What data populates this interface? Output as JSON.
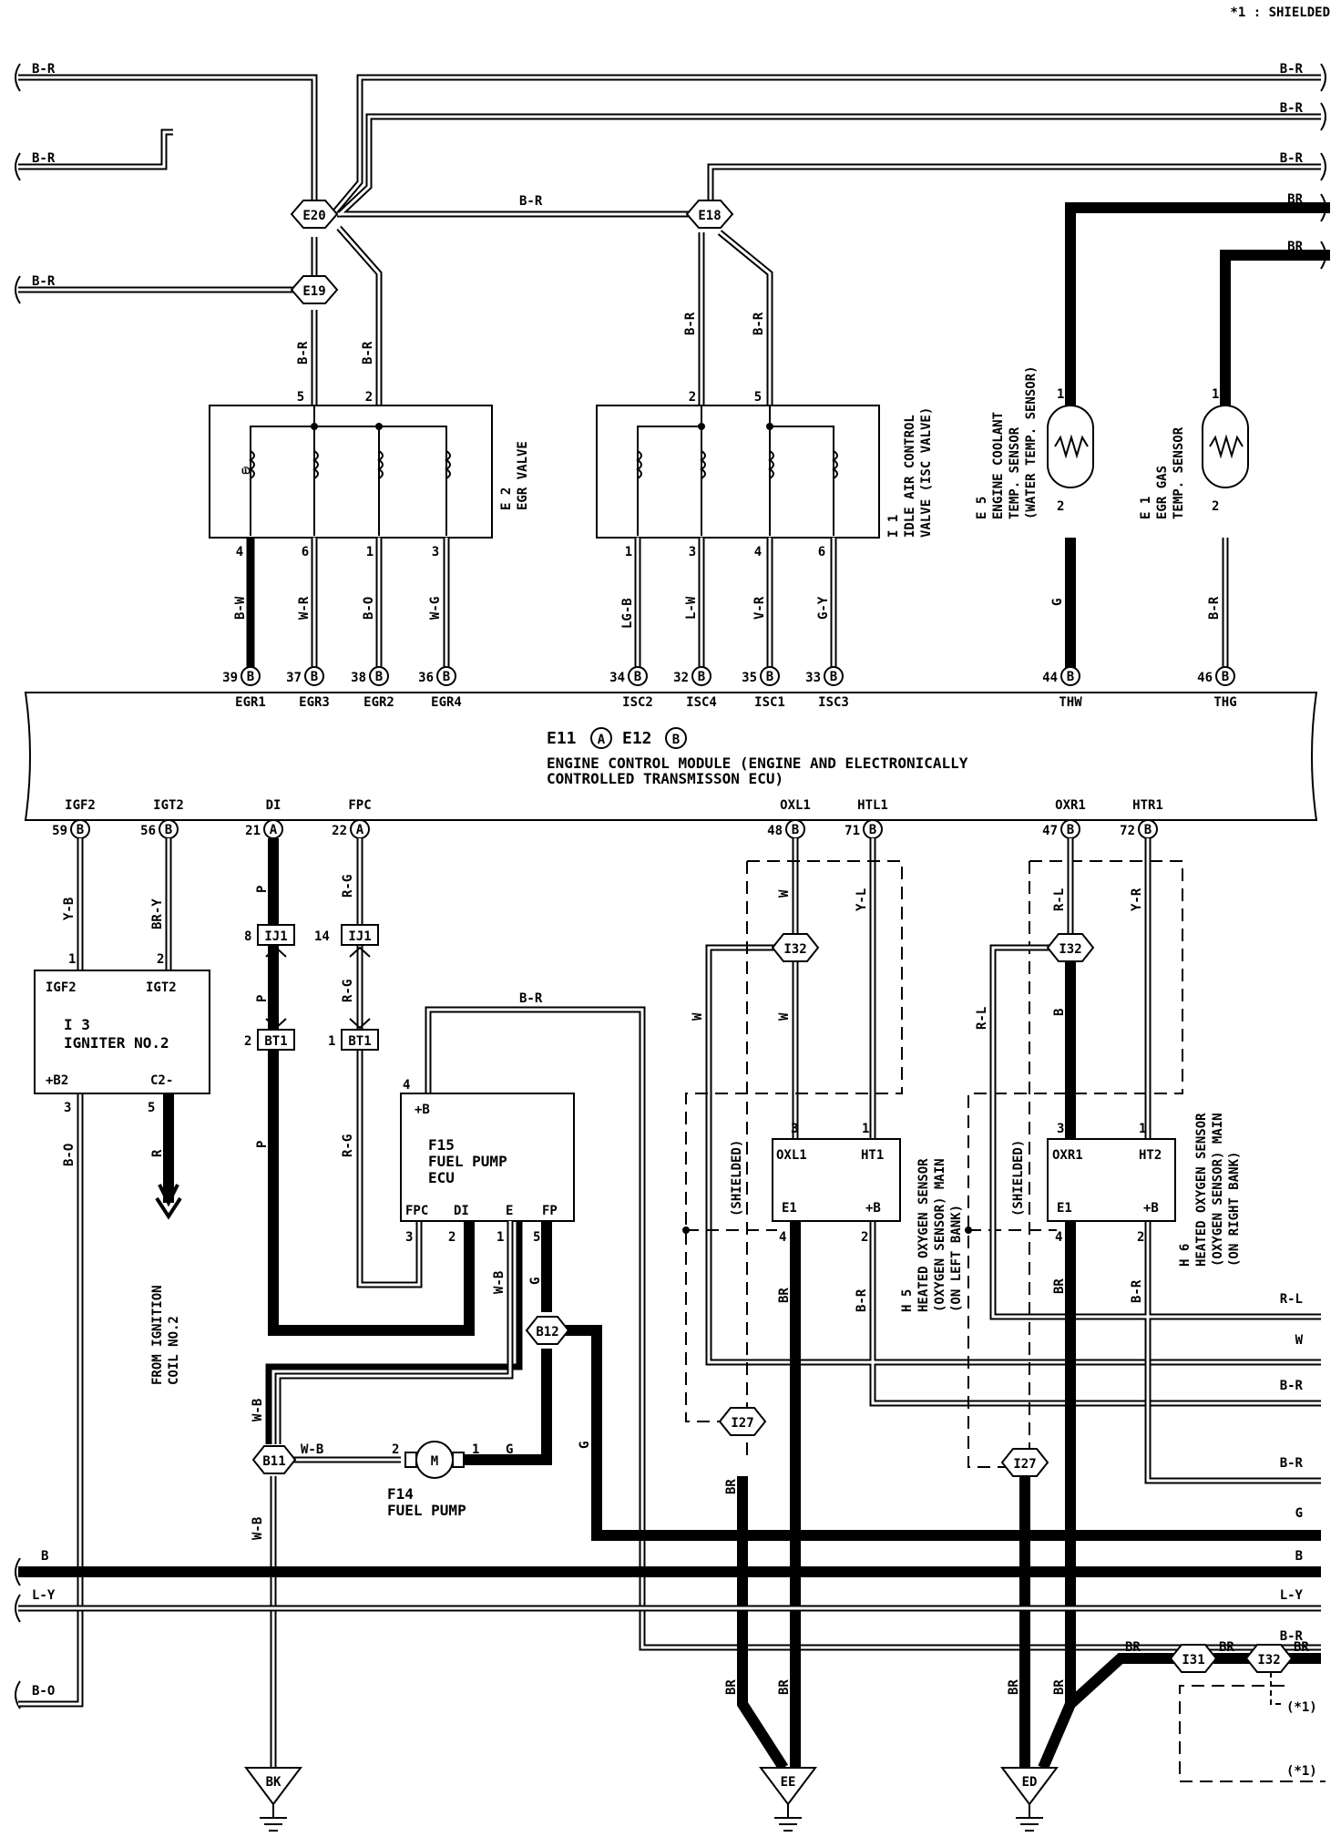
{
  "note": "*1 : SHIELDED",
  "ecu": {
    "label_a": "E11",
    "label_b": "E12",
    "conn_a": "A",
    "conn_b": "B",
    "line1": "ENGINE CONTROL MODULE (ENGINE AND ELECTRONICALLY",
    "line2": "CONTROLLED TRANSMISSON ECU)"
  },
  "top_pins": [
    {
      "name": "EGR1",
      "pin": "39",
      "conn": "B"
    },
    {
      "name": "EGR3",
      "pin": "37",
      "conn": "B"
    },
    {
      "name": "EGR2",
      "pin": "38",
      "conn": "B"
    },
    {
      "name": "EGR4",
      "pin": "36",
      "conn": "B"
    },
    {
      "name": "ISC2",
      "pin": "34",
      "conn": "B"
    },
    {
      "name": "ISC4",
      "pin": "32",
      "conn": "B"
    },
    {
      "name": "ISC1",
      "pin": "35",
      "conn": "B"
    },
    {
      "name": "ISC3",
      "pin": "33",
      "conn": "B"
    },
    {
      "name": "THW",
      "pin": "44",
      "conn": "B"
    },
    {
      "name": "THG",
      "pin": "46",
      "conn": "B"
    }
  ],
  "bottom_pins": [
    {
      "name": "IGF2",
      "pin": "59",
      "conn": "B"
    },
    {
      "name": "IGT2",
      "pin": "56",
      "conn": "B"
    },
    {
      "name": "DI",
      "pin": "21",
      "conn": "A"
    },
    {
      "name": "FPC",
      "pin": "22",
      "conn": "A"
    },
    {
      "name": "OXL1",
      "pin": "48",
      "conn": "B"
    },
    {
      "name": "HTL1",
      "pin": "71",
      "conn": "B"
    },
    {
      "name": "OXR1",
      "pin": "47",
      "conn": "B"
    },
    {
      "name": "HTR1",
      "pin": "72",
      "conn": "B"
    }
  ],
  "top_wire_colors": [
    "B-W",
    "W-R",
    "B-O",
    "W-G",
    "LG-B",
    "L-W",
    "V-R",
    "G-Y",
    "G",
    "B-R"
  ],
  "left_wires": [
    "B-R",
    "B-R",
    "B-R",
    "B",
    "L-Y",
    "B-O"
  ],
  "right_wires": [
    "B-R",
    "B-R",
    "B-R",
    "BR",
    "BR",
    "R-L",
    "W",
    "B-R",
    "B-R",
    "G",
    "B",
    "L-Y",
    "B-R",
    "BR"
  ],
  "junctions": {
    "e20": "E20",
    "e19": "E19",
    "e18": "E18",
    "i32a": "I32",
    "i32b": "I32",
    "i32c": "I32",
    "i31": "I31",
    "i27a": "I27",
    "i27b": "I27",
    "b12": "B12",
    "b11": "B11"
  },
  "egr": {
    "id": "E 2",
    "name": "EGR VALVE",
    "pins_top": [
      "5",
      "2"
    ],
    "pins_bottom": [
      "4",
      "6",
      "1",
      "3"
    ],
    "feed": "B-R"
  },
  "isc": {
    "id": "I 1",
    "name1": "IDLE AIR CONTROL",
    "name2": "VALVE (ISC VALVE)",
    "pins_top": [
      "2",
      "5"
    ],
    "pins_bottom": [
      "1",
      "3",
      "4",
      "6"
    ],
    "feed": "B-R"
  },
  "thw_sensor": {
    "id": "E 5",
    "n1": "ENGINE COOLANT",
    "n2": "TEMP. SENSOR",
    "n3": "(WATER TEMP. SENSOR)",
    "pin1": "1",
    "pin2": "2"
  },
  "thg_sensor": {
    "id": "E 1",
    "n1": "EGR GAS",
    "n2": "TEMP. SENSOR",
    "pin1": "1",
    "pin2": "2"
  },
  "igniter": {
    "t1": "IGF2",
    "t2": "IGT2",
    "id": "I 3",
    "name": "IGNITER NO.2",
    "b1": "+B2",
    "b2": "C2-",
    "p1": "1",
    "p2": "2",
    "p3": "3",
    "p4": "5",
    "w1": "Y-B",
    "w2": "BR-Y",
    "w3": "B-O",
    "w4": "R",
    "from1": "FROM IGNITION",
    "from2": "COIL NO.2"
  },
  "ij1": {
    "a": "IJ1",
    "b": "IJ1",
    "pa": "8",
    "pb": "14",
    "bt_a": "BT1",
    "bt_b": "BT1",
    "qa": "2",
    "qb": "1",
    "w_p": "P",
    "w_rg": "R-G"
  },
  "fuel_ecu": {
    "plusb": "+B",
    "id": "F15",
    "n1": "FUEL PUMP",
    "n2": "ECU",
    "pins": [
      "FPC",
      "DI",
      "E",
      "FP"
    ],
    "nums": [
      "3",
      "2",
      "1",
      "5"
    ],
    "p4": "4",
    "feed": "B-R",
    "w_wb": "W-B",
    "w_g": "G",
    "w_p": "P"
  },
  "pump": {
    "id": "F14",
    "name": "FUEL PUMP",
    "sym": "M",
    "p2": "2",
    "p1": "1",
    "w_wb": "W-B",
    "w_g": "G"
  },
  "ox_left": {
    "id": "H 5",
    "n1": "HEATED OXYGEN SENSOR",
    "n2": "(OXYGEN SENSOR) MAIN",
    "n3": "(ON LEFT BANK)",
    "t1": "OXL1",
    "t2": "HT1",
    "b1": "E1",
    "b2": "+B",
    "p3": "3",
    "p1": "1",
    "p4": "4",
    "p2": "2",
    "shield": "(SHIELDED)",
    "w_w": "W",
    "w_yl": "Y-L",
    "w_br": "BR",
    "w_br2": "B-R"
  },
  "ox_right": {
    "id": "H 6",
    "n1": "HEATED OXYGEN SENSOR",
    "n2": "(OXYGEN SENSOR) MAIN",
    "n3": "(ON RIGHT BANK)",
    "t1": "OXR1",
    "t2": "HT2",
    "b1": "E1",
    "b2": "+B",
    "p3": "3",
    "p1": "1",
    "p4": "4",
    "p2": "2",
    "shield": "(SHIELDED)",
    "w_rl": "R-L",
    "w_yr": "Y-R",
    "w_b": "B",
    "w_br": "BR",
    "w_br2": "B-R"
  },
  "grounds": {
    "bk": "BK",
    "ee": "EE",
    "ed": "ED"
  },
  "misc": {
    "br": "BR",
    "shield_mark": "(*1)",
    "wb": "W-B",
    "g": "G",
    "br_r": "B-R"
  }
}
